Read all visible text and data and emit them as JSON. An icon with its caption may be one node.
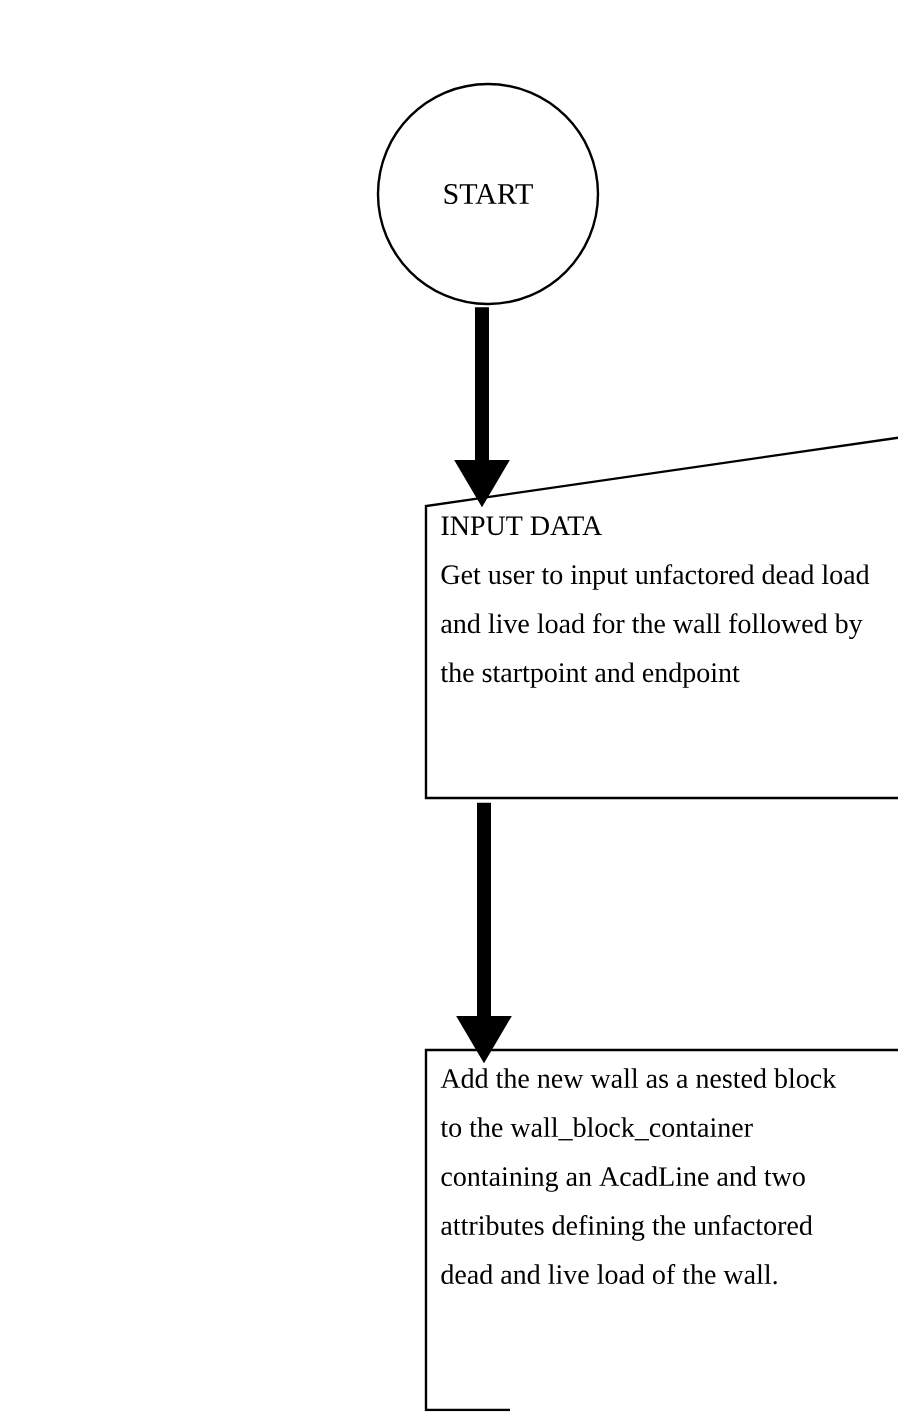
{
  "diagram": {
    "nodes": [
      {
        "text": [
          "START"
        ]
      },
      {
        "text": [
          "INPUT DATA",
          "Get user to input unfactored dead load and live load for the wall followed by the startpoint and endpoint"
        ]
      },
      {
        "text": [
          "Add the new wall as a nested block to the wall_block_container containing an AcadLine and two attributes defining the unfactored dead and live load of the wall."
        ]
      }
    ],
    "edges": [
      {
        "from": 0,
        "to": 1,
        "arrow": "to"
      },
      {
        "from": 1,
        "to": 2,
        "arrow": "to"
      }
    ]
  }
}
